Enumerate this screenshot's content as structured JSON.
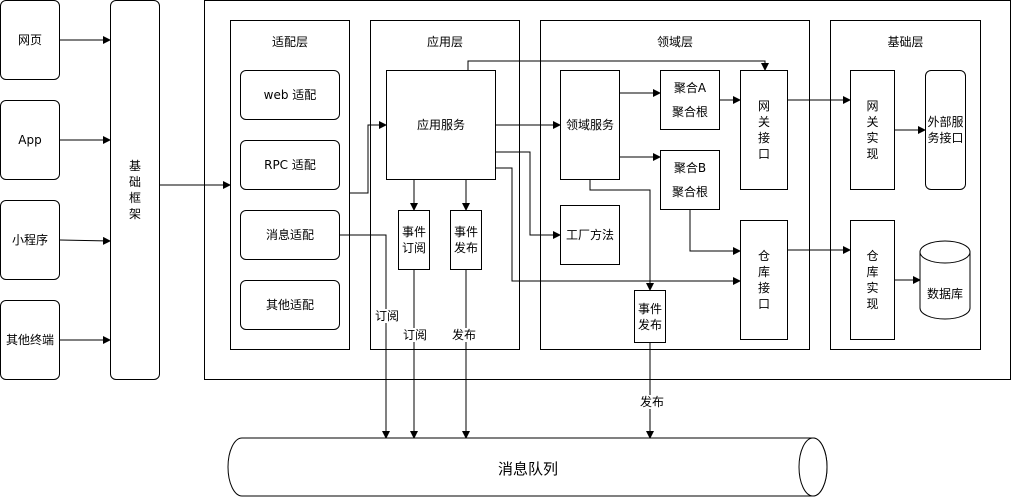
{
  "clients": [
    "网页",
    "App",
    "小程序",
    "其他终端"
  ],
  "framework": "基础框架",
  "layers": {
    "adapter": {
      "title": "适配层",
      "items": [
        "web 适配",
        "RPC 适配",
        "消息适配",
        "其他适配"
      ]
    },
    "application": {
      "title": "应用层",
      "service": "应用服务",
      "event_subscribe": "事件订阅",
      "event_publish": "事件发布"
    },
    "domain": {
      "title": "领域层",
      "service": "领域服务",
      "aggregate_a": "聚合A",
      "aggregate_b": "聚合B",
      "aggregate_root": "聚合根",
      "factory": "工厂方法",
      "event_publish": "事件发布",
      "gateway_interface": "网关接口",
      "repo_interface": "仓库接口"
    },
    "infrastructure": {
      "title": "基础层",
      "gateway_impl": "网关实现",
      "external_api": "外部服务接口",
      "repo_impl": "仓库实现",
      "database": "数据库"
    }
  },
  "edge_labels": {
    "subscribe": "订阅",
    "publish": "发布"
  },
  "queue": "消息队列"
}
